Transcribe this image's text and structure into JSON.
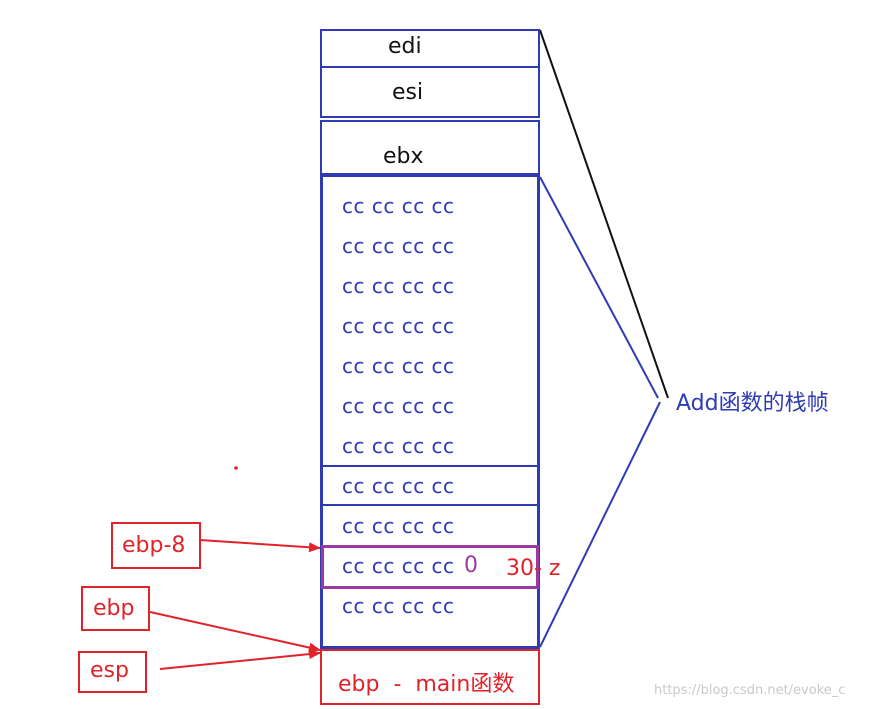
{
  "registers": {
    "edi": "edi",
    "esi": "esi",
    "ebx": "ebx"
  },
  "cc_rows": [
    "cc cc cc cc",
    "cc cc cc cc",
    "cc cc cc cc",
    "cc cc cc cc",
    "cc cc cc cc",
    "cc cc cc cc",
    "cc cc cc cc",
    "cc cc cc cc",
    "cc cc cc cc",
    "cc cc cc cc",
    "cc cc cc cc"
  ],
  "z_slot": {
    "cc": "cc cc cc cc",
    "value": "0",
    "annotation": "30- z"
  },
  "frame_label": "Add函数的栈帧",
  "pointers": {
    "ebp_minus_8": "ebp-8",
    "ebp": "ebp",
    "esp": "esp"
  },
  "main_frame": "ebp  -  main函数",
  "watermark": "https://blog.csdn.net/evoke_c",
  "colors": {
    "blue": "#2f3bb5",
    "red": "#e0232b",
    "purple": "#9b3aa0",
    "black": "#111111"
  }
}
